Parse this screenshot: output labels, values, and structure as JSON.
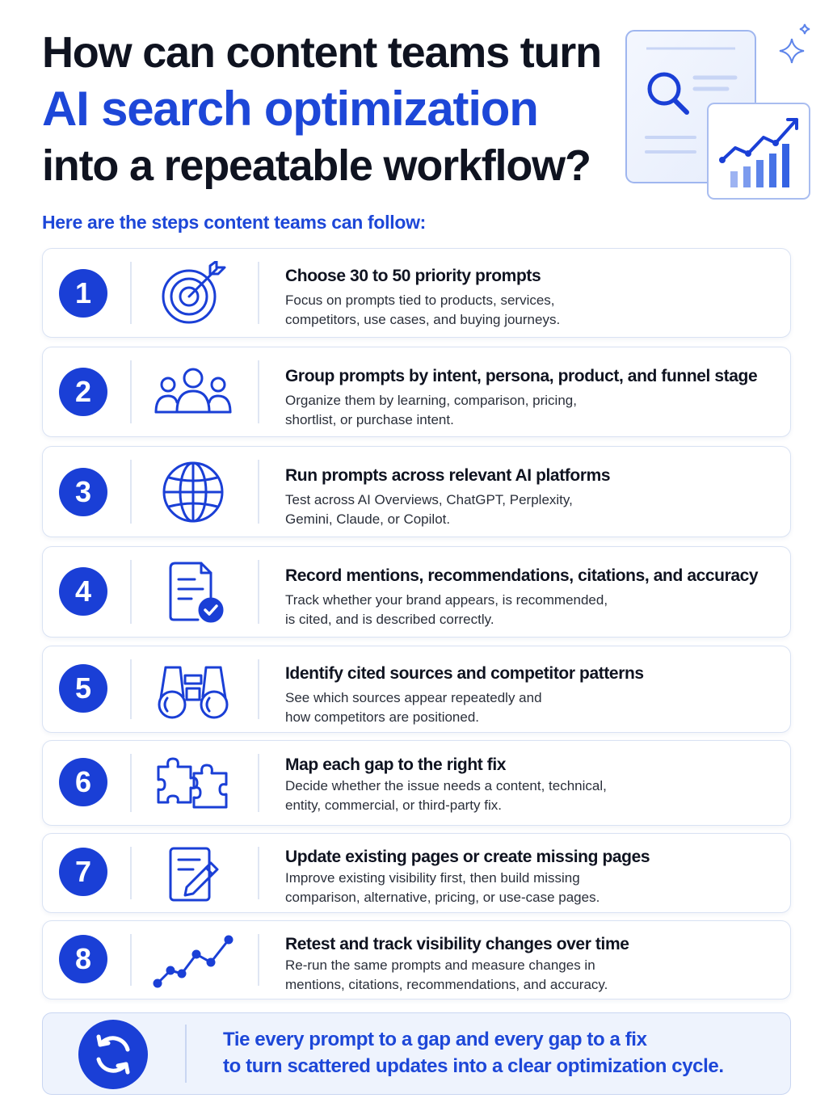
{
  "title": {
    "line1": "How can content teams turn",
    "line2": "AI search optimization",
    "line3": "into a repeatable workflow?"
  },
  "subtitle": "Here are the steps content teams can follow:",
  "colors": {
    "accent": "#1a3fd6",
    "heading": "#0f1320",
    "border": "#d9e2f3",
    "footer_bg": "#eef3fd"
  },
  "steps": [
    {
      "number": "1",
      "icon": "target-icon",
      "heading": "Choose 30 to 50 priority prompts",
      "desc1": "Focus on prompts tied to products, services,",
      "desc2": "competitors, use cases, and buying journeys."
    },
    {
      "number": "2",
      "icon": "users-icon",
      "heading": "Group prompts by intent, persona, product, and funnel stage",
      "desc1": "Organize them by learning, comparison, pricing,",
      "desc2": "shortlist, or purchase intent."
    },
    {
      "number": "3",
      "icon": "globe-icon",
      "heading": "Run prompts across relevant AI platforms",
      "desc1": "Test across AI Overviews, ChatGPT, Perplexity,",
      "desc2": "Gemini, Claude, or Copilot."
    },
    {
      "number": "4",
      "icon": "document-check-icon",
      "heading": "Record mentions, recommendations, citations, and accuracy",
      "desc1": "Track whether your brand appears, is recommended,",
      "desc2": "is cited, and is described correctly."
    },
    {
      "number": "5",
      "icon": "binoculars-icon",
      "heading": "Identify cited sources and competitor patterns",
      "desc1": "See which sources appear repeatedly and",
      "desc2": "how competitors are positioned."
    },
    {
      "number": "6",
      "icon": "puzzle-icon",
      "heading": "Map each gap to the right fix",
      "desc1": "Decide whether the issue needs a content, technical,",
      "desc2": "entity, commercial, or third-party fix."
    },
    {
      "number": "7",
      "icon": "edit-document-icon",
      "heading": "Update existing pages or create missing pages",
      "desc1": "Improve existing visibility first, then build missing",
      "desc2": "comparison, alternative, pricing, or use-case pages."
    },
    {
      "number": "8",
      "icon": "trend-line-icon",
      "heading": "Retest and track visibility changes over time",
      "desc1": "Re-run the same prompts and measure changes in",
      "desc2": "mentions, citations, recommendations, and accuracy."
    }
  ],
  "footer": {
    "icon": "refresh-cycle-icon",
    "line1": "Tie every prompt to a gap and every gap to a fix",
    "line2": "to turn scattered updates into a clear optimization cycle."
  }
}
